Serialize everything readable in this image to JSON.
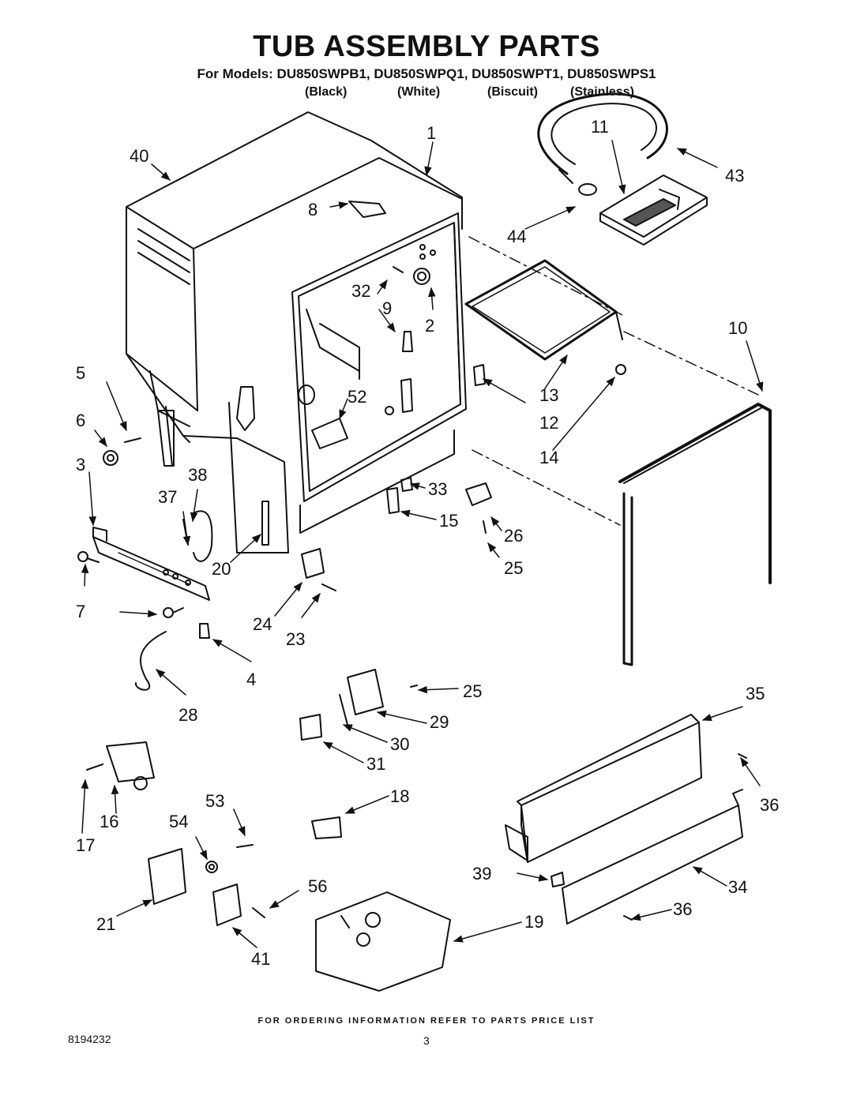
{
  "header": {
    "title": "TUB ASSEMBLY PARTS",
    "models_line": "For Models: DU850SWPB1, DU850SWPQ1, DU850SWPT1, DU850SWPS1",
    "variants": [
      "(Black)",
      "(White)",
      "(Biscuit)",
      "(Stainless)"
    ]
  },
  "callouts": [
    "1",
    "2",
    "3",
    "4",
    "5",
    "6",
    "7",
    "8",
    "9",
    "10",
    "11",
    "12",
    "13",
    "14",
    "15",
    "16",
    "17",
    "18",
    "19",
    "20",
    "21",
    "23",
    "24",
    "25",
    "25",
    "26",
    "28",
    "29",
    "30",
    "31",
    "32",
    "33",
    "34",
    "35",
    "36",
    "36",
    "37",
    "38",
    "39",
    "40",
    "41",
    "43",
    "44",
    "52",
    "53",
    "54",
    "56"
  ],
  "footer": {
    "note": "FOR ORDERING INFORMATION REFER TO PARTS PRICE LIST",
    "doc_number": "8194232",
    "page_number": "3"
  },
  "colors": {
    "line": "#111111",
    "background": "#ffffff",
    "fill_dark": "#333333"
  }
}
